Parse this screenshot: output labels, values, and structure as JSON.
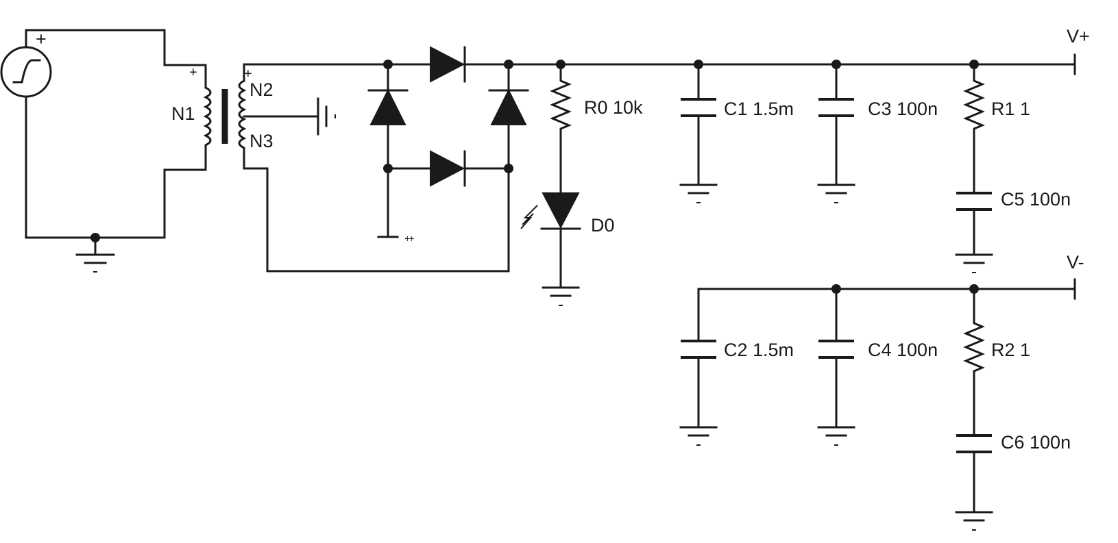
{
  "components": {
    "source": {
      "polarity": "+"
    },
    "transformer": {
      "primary": "N1",
      "secondary_top": "N2",
      "secondary_bottom": "N3",
      "primary_polarity": "+",
      "secondary_polarity": "+"
    },
    "r0": {
      "label": "R0 10k"
    },
    "d0": {
      "label": "D0"
    },
    "c1": {
      "label": "C1 1.5m"
    },
    "c3": {
      "label": "C3 100n"
    },
    "r1": {
      "label": "R1 1"
    },
    "c5": {
      "label": "C5 100n"
    },
    "c2": {
      "label": "C2 1.5m"
    },
    "c4": {
      "label": "C4 100n"
    },
    "r2": {
      "label": "R2 1"
    },
    "c6": {
      "label": "C6 100n"
    }
  },
  "terminals": {
    "v_plus": "V+",
    "v_minus": "V-"
  }
}
